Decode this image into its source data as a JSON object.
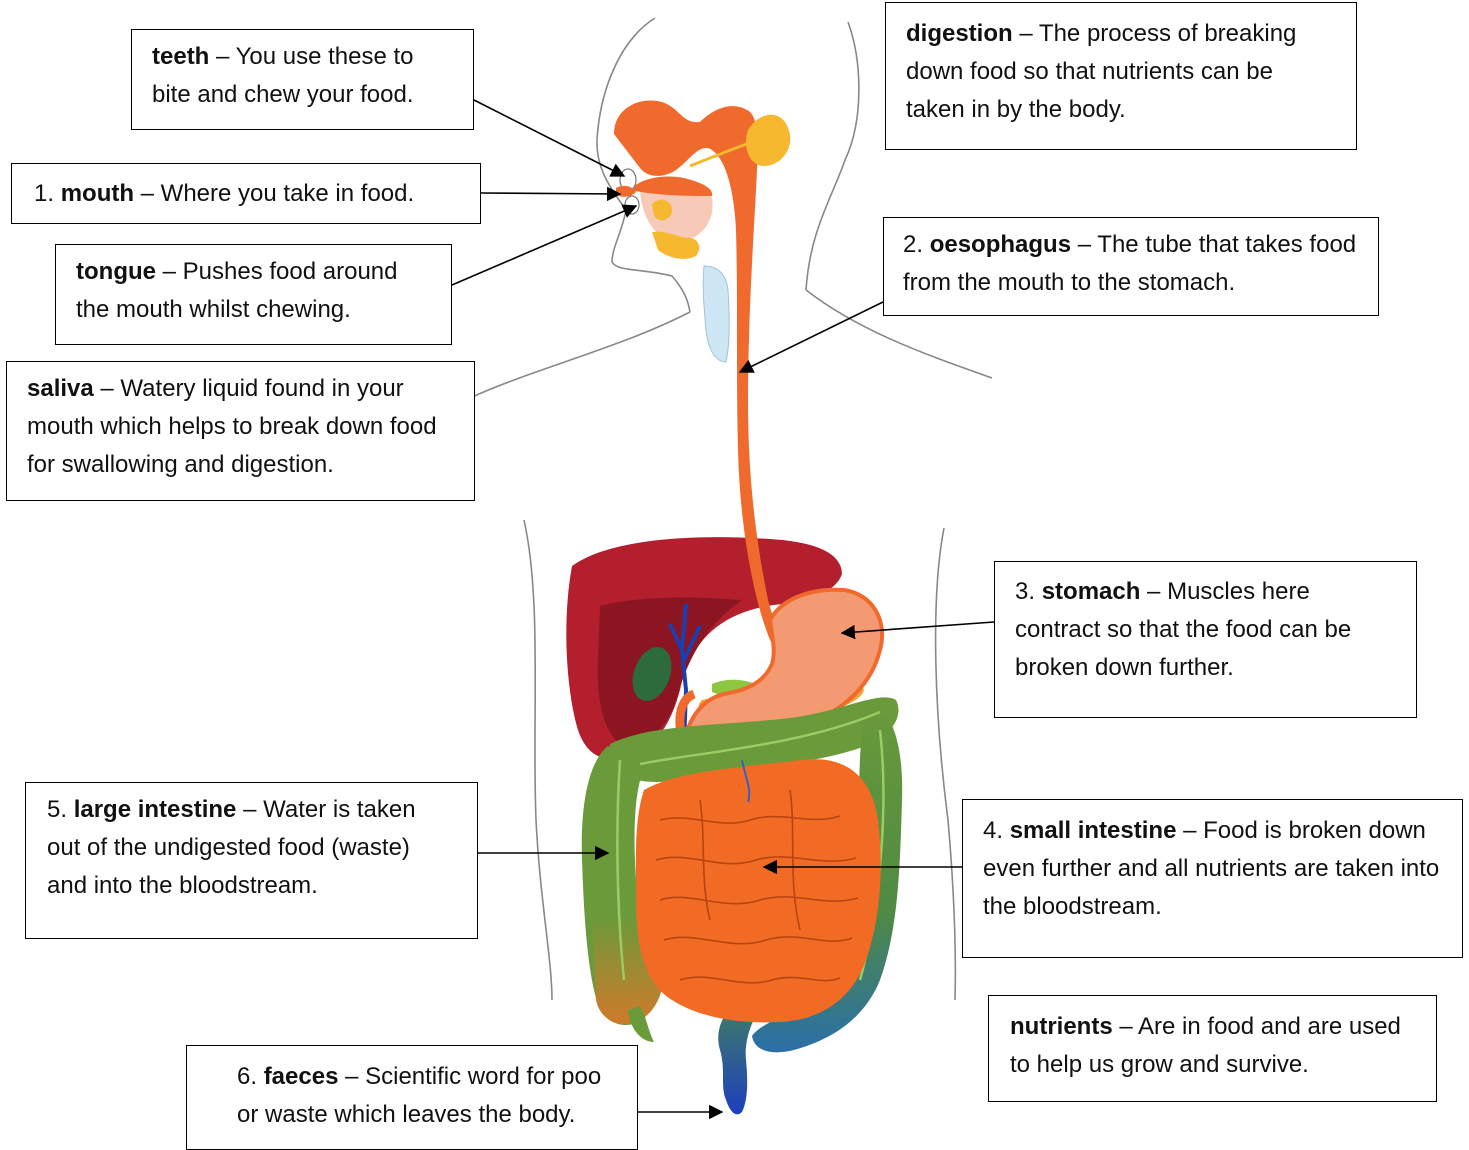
{
  "labels": {
    "teeth": {
      "number": "",
      "term": "teeth",
      "definition": " – You use these to bite and chew your food."
    },
    "mouth": {
      "number": "1. ",
      "term": "mouth",
      "definition": " – Where you take in food."
    },
    "tongue": {
      "number": "",
      "term": "tongue",
      "definition": " – Pushes food around the mouth whilst chewing."
    },
    "saliva": {
      "number": "",
      "term": "saliva",
      "definition": " – Watery liquid found in your mouth which helps to break down food for swallowing and digestion."
    },
    "digestion": {
      "number": "",
      "term": "digestion",
      "definition": " – The process of breaking down food so that nutrients can be taken in by the body."
    },
    "oesophagus": {
      "number": "2. ",
      "term": "oesophagus",
      "definition": " – The tube that takes food from the mouth to the stomach."
    },
    "stomach": {
      "number": "3. ",
      "term": "stomach",
      "definition": " – Muscles here contract so that the food can be broken down further."
    },
    "small_intestine": {
      "number": "4. ",
      "term": "small intestine",
      "definition": " – Food is broken down even further and all nutrients are taken into the bloodstream."
    },
    "large_intestine": {
      "number": "5. ",
      "term": "large intestine",
      "definition": " – Water is taken out of the undigested food (waste) and into the bloodstream."
    },
    "faeces": {
      "number": "6. ",
      "term": "faeces",
      "definition": " – Scientific word for poo or waste which leaves the body."
    },
    "nutrients": {
      "number": "",
      "term": "nutrients",
      "definition": " – Are in food and are used to help us grow and survive."
    }
  },
  "colors": {
    "oesophagus": "#ef6a2c",
    "liver": "#b41f2e",
    "stomach": "#f49a72",
    "small_intestine": "#f26b24",
    "large_intestine": "#6a9a3a",
    "rectum": "#2a6fa8",
    "gallbladder": "#2e6b3a",
    "salivary_gland": "#f5b82e",
    "outline": "#888888"
  }
}
